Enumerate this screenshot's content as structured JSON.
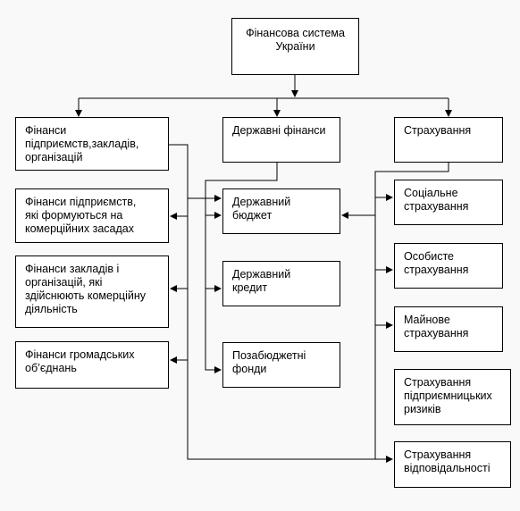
{
  "root": {
    "line1": "Фінансова система",
    "line2": "України"
  },
  "columns": {
    "enterprises": {
      "lines": [
        "Фінанси",
        "підприємств,закладів,",
        "організацій"
      ]
    },
    "state": {
      "lines": [
        "Державні фінанси"
      ]
    },
    "insurance": {
      "lines": [
        "Страхування"
      ]
    }
  },
  "left": [
    {
      "lines": [
        "Фінанси підприємств,",
        "які формуються на",
        "комерційних засадах"
      ]
    },
    {
      "lines": [
        "Фінанси закладів і",
        "організацій, які",
        "здійснюють комерційну",
        "діяльність"
      ]
    },
    {
      "lines": [
        "Фінанси громадських",
        "об’єднань"
      ]
    }
  ],
  "middle": [
    {
      "lines": [
        "Державний",
        "бюджет"
      ]
    },
    {
      "lines": [
        "Державний",
        "кредит"
      ]
    },
    {
      "lines": [
        "Позабюджетні",
        "фонди"
      ]
    }
  ],
  "right": [
    {
      "lines": [
        "Соціальне",
        "страхування"
      ]
    },
    {
      "lines": [
        "Особисте",
        "страхування"
      ]
    },
    {
      "lines": [
        "Майнове",
        "страхування"
      ]
    },
    {
      "lines": [
        "Страхування",
        "підприємницьких",
        "ризиків"
      ]
    },
    {
      "lines": [
        "Страхування",
        "відповідальності"
      ]
    }
  ]
}
